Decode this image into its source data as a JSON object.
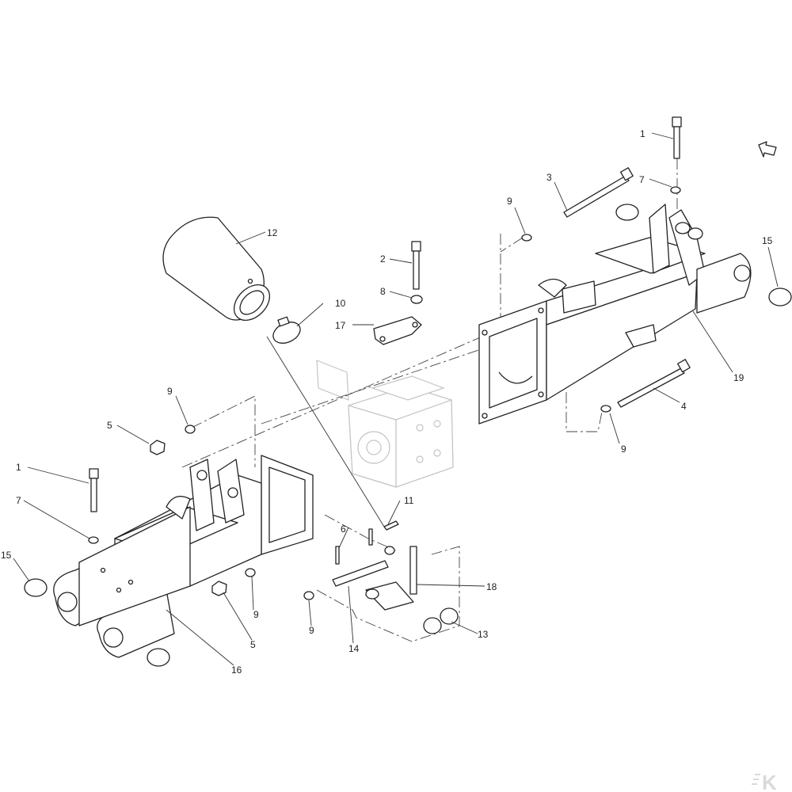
{
  "callouts": [
    {
      "id": "c1a",
      "text": "1"
    },
    {
      "id": "c7a",
      "text": "7"
    },
    {
      "id": "c3",
      "text": "3"
    },
    {
      "id": "c9a",
      "text": "9"
    },
    {
      "id": "c15a",
      "text": "15"
    },
    {
      "id": "c12",
      "text": "12"
    },
    {
      "id": "c2",
      "text": "2"
    },
    {
      "id": "c8",
      "text": "8"
    },
    {
      "id": "c10",
      "text": "10"
    },
    {
      "id": "c17",
      "text": "17"
    },
    {
      "id": "c19",
      "text": "19"
    },
    {
      "id": "c4",
      "text": "4"
    },
    {
      "id": "c9b",
      "text": "9"
    },
    {
      "id": "c9c",
      "text": "9"
    },
    {
      "id": "c5a",
      "text": "5"
    },
    {
      "id": "c1b",
      "text": "1"
    },
    {
      "id": "c7b",
      "text": "7"
    },
    {
      "id": "c15b",
      "text": "15"
    },
    {
      "id": "c11",
      "text": "11"
    },
    {
      "id": "c6",
      "text": "6"
    },
    {
      "id": "c18",
      "text": "18"
    },
    {
      "id": "c9d",
      "text": "9"
    },
    {
      "id": "c5b",
      "text": "5"
    },
    {
      "id": "c9e",
      "text": "9"
    },
    {
      "id": "c14",
      "text": "14"
    },
    {
      "id": "c13",
      "text": "13"
    },
    {
      "id": "c16",
      "text": "16"
    }
  ],
  "watermark": "K",
  "colors": {
    "line": "#222222",
    "ghost": "#c4c4c4",
    "watermark": "#d9d9d9"
  },
  "icons": {
    "direction": "direction-arrow-icon",
    "watermark": "kramp-logo"
  }
}
